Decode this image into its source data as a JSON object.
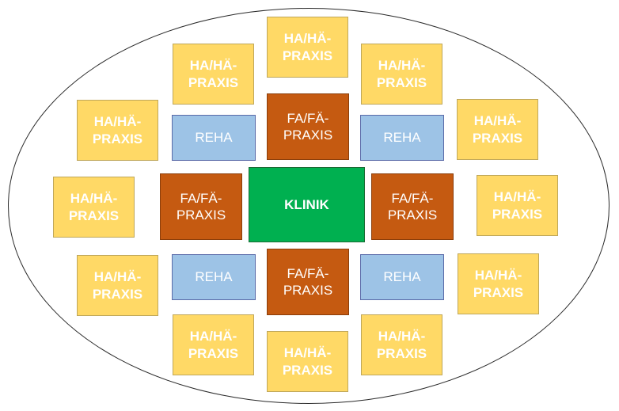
{
  "center": {
    "label": "KLINIK"
  },
  "fa_praxis": [
    {
      "label": "FA/FÄ-\nPRAXIS"
    },
    {
      "label": "FA/FÄ-\nPRAXIS"
    },
    {
      "label": "FA/FÄ-\nPRAXIS"
    },
    {
      "label": "FA/FÄ-\nPRAXIS"
    }
  ],
  "reha": [
    {
      "label": "REHA"
    },
    {
      "label": "REHA"
    },
    {
      "label": "REHA"
    },
    {
      "label": "REHA"
    }
  ],
  "ha_praxis": [
    {
      "label": "HA/HÄ-\nPRAXIS"
    },
    {
      "label": "HA/HÄ-\nPRAXIS"
    },
    {
      "label": "HA/HÄ-\nPRAXIS"
    },
    {
      "label": "HA/HÄ-\nPRAXIS"
    },
    {
      "label": "HA/HÄ-\nPRAXIS"
    },
    {
      "label": "HA/HÄ-\nPRAXIS"
    },
    {
      "label": "HA/HÄ-\nPRAXIS"
    },
    {
      "label": "HA/HÄ-\nPRAXIS"
    },
    {
      "label": "HA/HÄ-\nPRAXIS"
    },
    {
      "label": "HA/HÄ-\nPRAXIS"
    },
    {
      "label": "HA/HÄ-\nPRAXIS"
    },
    {
      "label": "HA/HÄ-\nPRAXIS"
    }
  ],
  "colors": {
    "klinik": "#00b050",
    "fa_praxis": "#c55a11",
    "reha": "#9dc3e6",
    "ha_praxis": "#ffd966",
    "text": "#ffffff"
  }
}
